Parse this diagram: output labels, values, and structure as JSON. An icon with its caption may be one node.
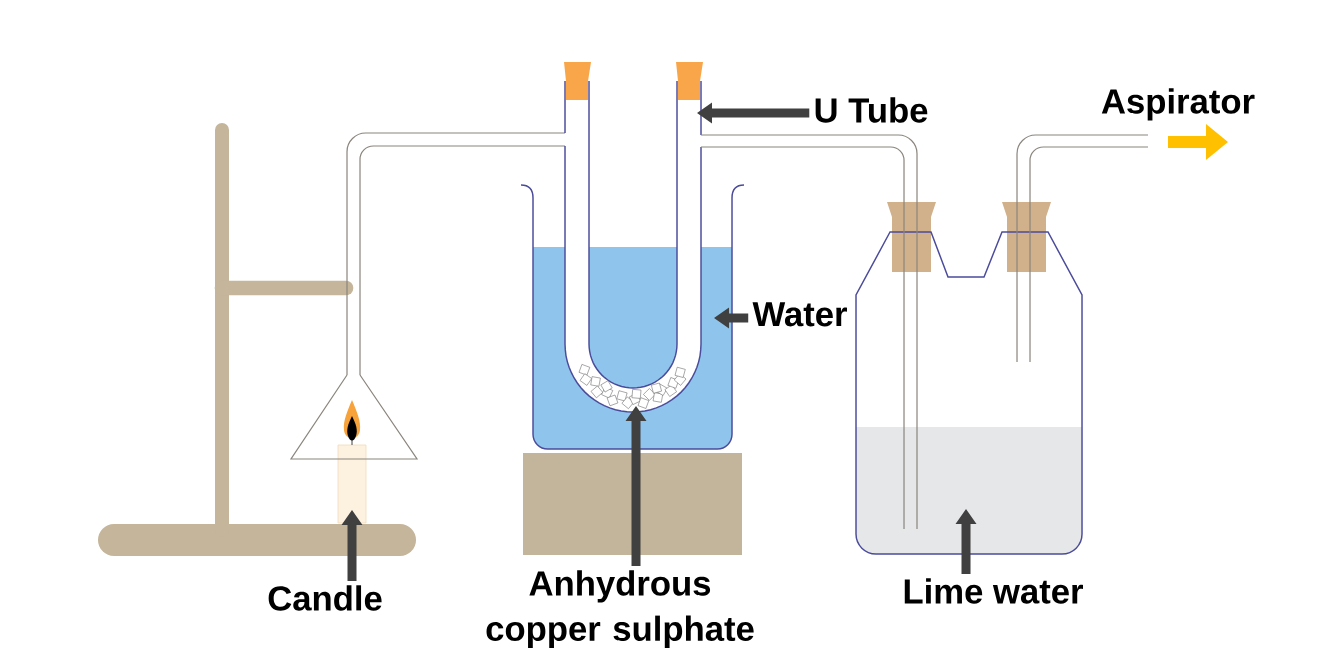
{
  "diagram": {
    "nodes": [
      {
        "text": [
          "U Tube"
        ]
      },
      {
        "text": [],
        "shape": "picture"
      },
      {
        "text": [],
        "shape": "picture",
        "in": 4
      },
      {
        "text": [
          "Water"
        ]
      },
      {
        "text": [],
        "shape": "box"
      },
      {
        "text": [
          "Candle"
        ]
      },
      {
        "text": [],
        "shape": "box"
      },
      {
        "text": [
          "Anhydrous copper sulphate"
        ]
      },
      {
        "text": [
          "Lime water"
        ]
      },
      {
        "text": [],
        "shape": "box"
      }
    ],
    "edges": [
      {
        "from": 0,
        "to": 1,
        "arrow": "to"
      },
      {
        "from": 3,
        "to": 4,
        "arrow": "to"
      },
      {
        "from": 5,
        "to": 6,
        "arrow": "to"
      },
      {
        "from": 7,
        "to": 2,
        "arrow": "to"
      },
      {
        "from": 8,
        "to": 9,
        "arrow": "to"
      }
    ],
    "labels": [
      "Aspirator"
    ]
  }
}
